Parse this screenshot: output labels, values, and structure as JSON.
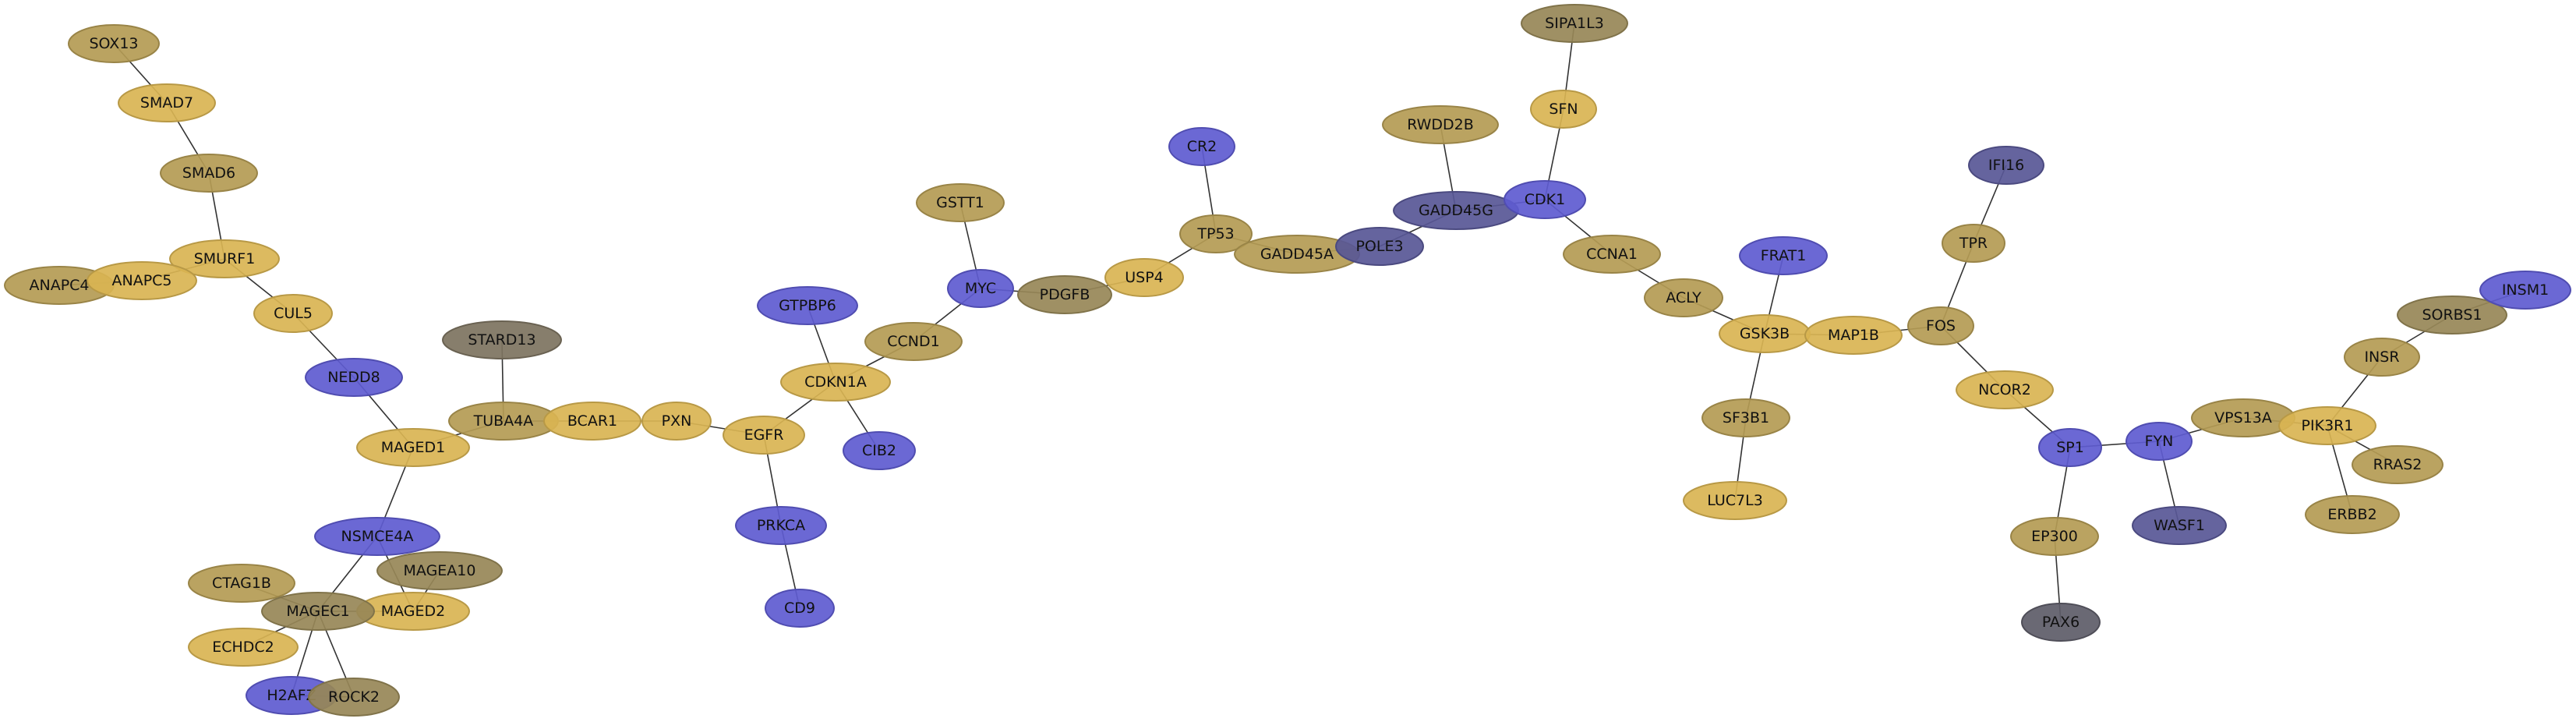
{
  "graph": {
    "palette": {
      "gold": "#D9B452",
      "tan": "#B49B54",
      "olive": "#978757",
      "taupe": "#7D7360",
      "blue": "#5E5BD0",
      "slate": "#585796",
      "dark": "#5D5C68"
    },
    "nodes": [
      {
        "id": "SOX13",
        "label": "SOX13",
        "color": "tan"
      },
      {
        "id": "SMAD7",
        "label": "SMAD7",
        "color": "gold"
      },
      {
        "id": "SMAD6",
        "label": "SMAD6",
        "color": "tan"
      },
      {
        "id": "SMURF1",
        "label": "SMURF1",
        "color": "gold"
      },
      {
        "id": "ANAPC4",
        "label": "ANAPC4",
        "color": "tan"
      },
      {
        "id": "ANAPC5",
        "label": "ANAPC5",
        "color": "gold"
      },
      {
        "id": "CUL5",
        "label": "CUL5",
        "color": "gold"
      },
      {
        "id": "NEDD8",
        "label": "NEDD8",
        "color": "blue"
      },
      {
        "id": "MAGED1",
        "label": "MAGED1",
        "color": "gold"
      },
      {
        "id": "STARD13",
        "label": "STARD13",
        "color": "taupe"
      },
      {
        "id": "TUBA4A",
        "label": "TUBA4A",
        "color": "tan"
      },
      {
        "id": "BCAR1",
        "label": "BCAR1",
        "color": "gold"
      },
      {
        "id": "PXN",
        "label": "PXN",
        "color": "gold"
      },
      {
        "id": "EGFR",
        "label": "EGFR",
        "color": "gold"
      },
      {
        "id": "PRKCA",
        "label": "PRKCA",
        "color": "blue"
      },
      {
        "id": "CD9",
        "label": "CD9",
        "color": "blue"
      },
      {
        "id": "NSMCE4A",
        "label": "NSMCE4A",
        "color": "blue"
      },
      {
        "id": "MAGEA10",
        "label": "MAGEA10",
        "color": "olive"
      },
      {
        "id": "MAGED2",
        "label": "MAGED2",
        "color": "gold"
      },
      {
        "id": "CTAG1B",
        "label": "CTAG1B",
        "color": "tan"
      },
      {
        "id": "MAGEC1",
        "label": "MAGEC1",
        "color": "olive"
      },
      {
        "id": "ECHDC2",
        "label": "ECHDC2",
        "color": "gold"
      },
      {
        "id": "H2AFZ",
        "label": "H2AFZ",
        "color": "blue"
      },
      {
        "id": "ROCK2",
        "label": "ROCK2",
        "color": "olive"
      },
      {
        "id": "GTPBP6",
        "label": "GTPBP6",
        "color": "blue"
      },
      {
        "id": "CDKN1A",
        "label": "CDKN1A",
        "color": "gold"
      },
      {
        "id": "CIB2",
        "label": "CIB2",
        "color": "blue"
      },
      {
        "id": "CCND1",
        "label": "CCND1",
        "color": "tan"
      },
      {
        "id": "GSTT1",
        "label": "GSTT1",
        "color": "tan"
      },
      {
        "id": "MYC",
        "label": "MYC",
        "color": "blue"
      },
      {
        "id": "PDGFB",
        "label": "PDGFB",
        "color": "olive"
      },
      {
        "id": "USP4",
        "label": "USP4",
        "color": "gold"
      },
      {
        "id": "CR2",
        "label": "CR2",
        "color": "blue"
      },
      {
        "id": "TP53",
        "label": "TP53",
        "color": "tan"
      },
      {
        "id": "GADD45A",
        "label": "GADD45A",
        "color": "tan"
      },
      {
        "id": "POLE3",
        "label": "POLE3",
        "color": "slate"
      },
      {
        "id": "RWDD2B",
        "label": "RWDD2B",
        "color": "tan"
      },
      {
        "id": "GADD45G",
        "label": "GADD45G",
        "color": "slate"
      },
      {
        "id": "SIPA1L3",
        "label": "SIPA1L3",
        "color": "olive"
      },
      {
        "id": "SFN",
        "label": "SFN",
        "color": "gold"
      },
      {
        "id": "CDK1",
        "label": "CDK1",
        "color": "blue"
      },
      {
        "id": "CCNA1",
        "label": "CCNA1",
        "color": "tan"
      },
      {
        "id": "ACLY",
        "label": "ACLY",
        "color": "tan"
      },
      {
        "id": "FRAT1",
        "label": "FRAT1",
        "color": "blue"
      },
      {
        "id": "GSK3B",
        "label": "GSK3B",
        "color": "gold"
      },
      {
        "id": "SF3B1",
        "label": "SF3B1",
        "color": "tan"
      },
      {
        "id": "LUC7L3",
        "label": "LUC7L3",
        "color": "gold"
      },
      {
        "id": "MAP1B",
        "label": "MAP1B",
        "color": "gold"
      },
      {
        "id": "FOS",
        "label": "FOS",
        "color": "tan"
      },
      {
        "id": "IFI16",
        "label": "IFI16",
        "color": "slate"
      },
      {
        "id": "TPR",
        "label": "TPR",
        "color": "tan"
      },
      {
        "id": "NCOR2",
        "label": "NCOR2",
        "color": "gold"
      },
      {
        "id": "SP1",
        "label": "SP1",
        "color": "blue"
      },
      {
        "id": "EP300",
        "label": "EP300",
        "color": "tan"
      },
      {
        "id": "PAX6",
        "label": "PAX6",
        "color": "dark"
      },
      {
        "id": "FYN",
        "label": "FYN",
        "color": "blue"
      },
      {
        "id": "WASF1",
        "label": "WASF1",
        "color": "slate"
      },
      {
        "id": "VPS13A",
        "label": "VPS13A",
        "color": "tan"
      },
      {
        "id": "PIK3R1",
        "label": "PIK3R1",
        "color": "gold"
      },
      {
        "id": "INSR",
        "label": "INSR",
        "color": "tan"
      },
      {
        "id": "SORBS1",
        "label": "SORBS1",
        "color": "olive"
      },
      {
        "id": "INSM1",
        "label": "INSM1",
        "color": "blue"
      },
      {
        "id": "RRAS2",
        "label": "RRAS2",
        "color": "tan"
      },
      {
        "id": "ERBB2",
        "label": "ERBB2",
        "color": "tan"
      }
    ],
    "edges": [
      [
        "SOX13",
        "SMAD7"
      ],
      [
        "SMAD7",
        "SMAD6"
      ],
      [
        "SMAD6",
        "SMURF1"
      ],
      [
        "SMURF1",
        "ANAPC5"
      ],
      [
        "ANAPC4",
        "ANAPC5"
      ],
      [
        "SMURF1",
        "CUL5"
      ],
      [
        "CUL5",
        "NEDD8"
      ],
      [
        "NEDD8",
        "MAGED1"
      ],
      [
        "MAGED1",
        "TUBA4A"
      ],
      [
        "STARD13",
        "TUBA4A"
      ],
      [
        "TUBA4A",
        "BCAR1"
      ],
      [
        "BCAR1",
        "PXN"
      ],
      [
        "PXN",
        "EGFR"
      ],
      [
        "EGFR",
        "PRKCA"
      ],
      [
        "PRKCA",
        "CD9"
      ],
      [
        "EGFR",
        "CDKN1A"
      ],
      [
        "GTPBP6",
        "CDKN1A"
      ],
      [
        "CDKN1A",
        "CIB2"
      ],
      [
        "CDKN1A",
        "CCND1"
      ],
      [
        "CCND1",
        "MYC"
      ],
      [
        "GSTT1",
        "MYC"
      ],
      [
        "MYC",
        "PDGFB"
      ],
      [
        "PDGFB",
        "USP4"
      ],
      [
        "USP4",
        "TP53"
      ],
      [
        "CR2",
        "TP53"
      ],
      [
        "TP53",
        "GADD45A"
      ],
      [
        "GADD45A",
        "POLE3"
      ],
      [
        "POLE3",
        "GADD45G"
      ],
      [
        "RWDD2B",
        "GADD45G"
      ],
      [
        "GADD45G",
        "CDK1"
      ],
      [
        "SIPA1L3",
        "SFN"
      ],
      [
        "SFN",
        "CDK1"
      ],
      [
        "CDK1",
        "CCNA1"
      ],
      [
        "CCNA1",
        "ACLY"
      ],
      [
        "ACLY",
        "GSK3B"
      ],
      [
        "FRAT1",
        "GSK3B"
      ],
      [
        "GSK3B",
        "SF3B1"
      ],
      [
        "SF3B1",
        "LUC7L3"
      ],
      [
        "GSK3B",
        "MAP1B"
      ],
      [
        "MAP1B",
        "FOS"
      ],
      [
        "TPR",
        "FOS"
      ],
      [
        "IFI16",
        "TPR"
      ],
      [
        "FOS",
        "NCOR2"
      ],
      [
        "NCOR2",
        "SP1"
      ],
      [
        "SP1",
        "EP300"
      ],
      [
        "EP300",
        "PAX6"
      ],
      [
        "SP1",
        "FYN"
      ],
      [
        "FYN",
        "WASF1"
      ],
      [
        "FYN",
        "VPS13A"
      ],
      [
        "VPS13A",
        "PIK3R1"
      ],
      [
        "PIK3R1",
        "INSR"
      ],
      [
        "INSR",
        "SORBS1"
      ],
      [
        "SORBS1",
        "INSM1"
      ],
      [
        "PIK3R1",
        "RRAS2"
      ],
      [
        "PIK3R1",
        "ERBB2"
      ],
      [
        "MAGED1",
        "NSMCE4A"
      ],
      [
        "NSMCE4A",
        "MAGED2"
      ],
      [
        "NSMCE4A",
        "MAGEC1"
      ],
      [
        "MAGEA10",
        "MAGED2"
      ],
      [
        "MAGEC1",
        "MAGED2"
      ],
      [
        "CTAG1B",
        "MAGEC1"
      ],
      [
        "ECHDC2",
        "MAGEC1"
      ],
      [
        "MAGEC1",
        "H2AFZ"
      ],
      [
        "MAGEC1",
        "ROCK2"
      ],
      [
        "H2AFZ",
        "ROCK2"
      ]
    ]
  }
}
